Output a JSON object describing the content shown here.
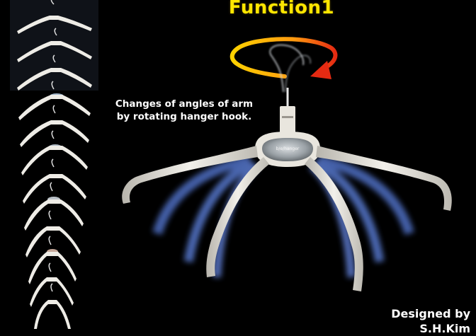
{
  "title": "Function1",
  "caption": {
    "line1": "Changes of angles of arm",
    "line2": "by rotating hanger hook."
  },
  "credit": {
    "line1": "Designed by",
    "line2": "S.H.Kim"
  },
  "hanger_logo": "b/e/hanger",
  "sequence_frames": 12,
  "colors": {
    "background": "#000000",
    "title": "#ffe600",
    "arrow_start": "#ffd200",
    "arrow_end": "#e52a12",
    "arm_shadow": "#5a7ccf",
    "hanger": "#e9e6de"
  },
  "icons": [
    "rotation-arrow-icon"
  ]
}
